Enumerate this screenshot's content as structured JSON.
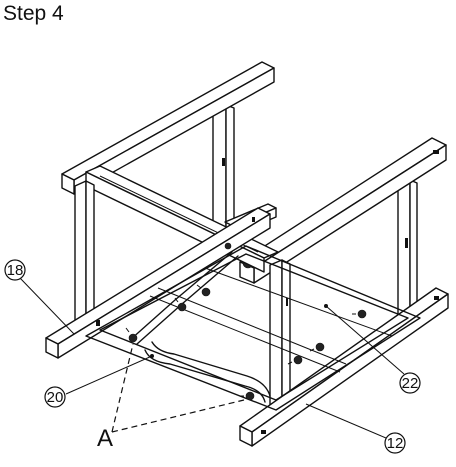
{
  "step": {
    "title": "Step 4"
  },
  "callouts": [
    {
      "id": "18",
      "label": "18"
    },
    {
      "id": "20",
      "label": "20"
    },
    {
      "id": "22",
      "label": "22"
    },
    {
      "id": "12",
      "label": "12"
    }
  ],
  "part_letter": "A"
}
